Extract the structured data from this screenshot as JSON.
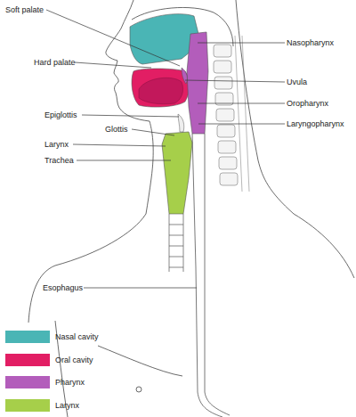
{
  "diagram": {
    "labels": [
      "Soft palate",
      "Hard palate",
      "Epiglottis",
      "Glottis",
      "Larynx",
      "Trachea",
      "Esophagus",
      "Nasopharynx",
      "Uvula",
      "Oropharynx",
      "Laryngopharynx"
    ],
    "legend": [
      {
        "text": "Nasal cavity",
        "color": "#4ab5b5"
      },
      {
        "text": "Oral cavity",
        "color": "#e21e64"
      },
      {
        "text": "Pharynx",
        "color": "#b35dbb"
      },
      {
        "text": "Larynx",
        "color": "#a6cf4a"
      }
    ]
  }
}
